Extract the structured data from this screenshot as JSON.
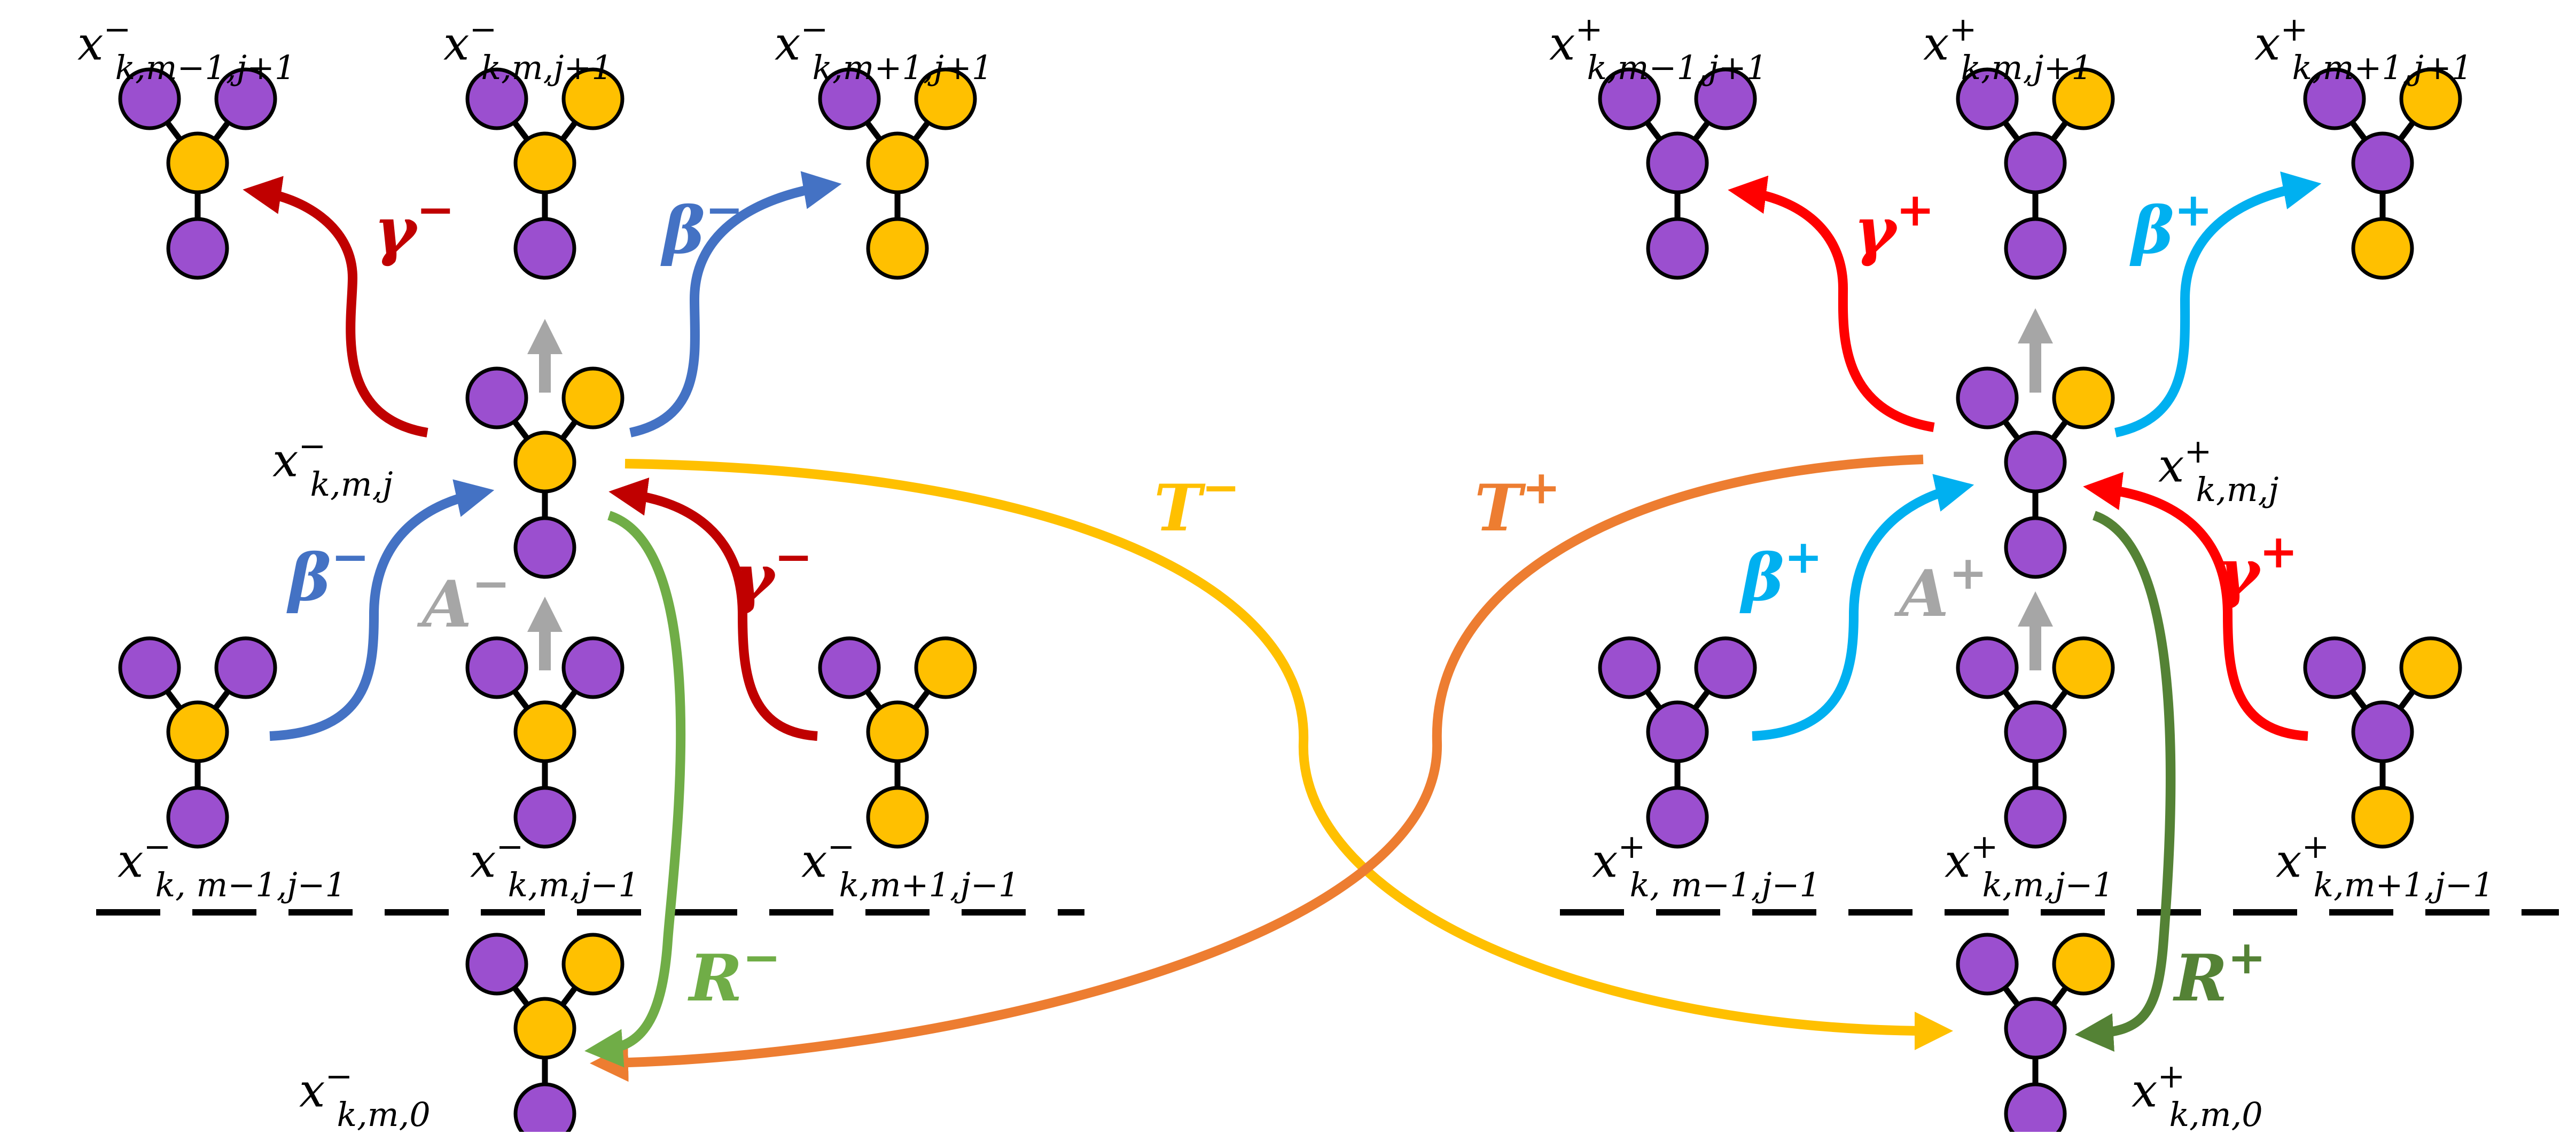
{
  "colors": {
    "purple": "#9b4fcf",
    "gold": "#ffc000",
    "dark_red": "#c00000",
    "red": "#ff0000",
    "blue": "#4472c4",
    "light_blue": "#00b0f0",
    "gray": "#a6a6a6",
    "yellow": "#ffc000",
    "orange": "#ed7d31",
    "light_green": "#70ad47",
    "dark_green": "#548235"
  },
  "rates": {
    "gamma_minus": {
      "base": "γ",
      "sign": "−"
    },
    "beta_minus": {
      "base": "β",
      "sign": "−"
    },
    "A_minus": {
      "base": "A",
      "sign": "−"
    },
    "R_minus": {
      "base": "R",
      "sign": "−"
    },
    "T_minus": {
      "base": "T",
      "sign": "−"
    },
    "gamma_plus": {
      "base": "γ",
      "sign": "+"
    },
    "beta_plus": {
      "base": "β",
      "sign": "+"
    },
    "A_plus": {
      "base": "A",
      "sign": "+"
    },
    "R_plus": {
      "base": "R",
      "sign": "+"
    },
    "T_plus": {
      "base": "T",
      "sign": "+"
    }
  },
  "states": {
    "minus": {
      "top_left": {
        "sign": "−",
        "sub": "k,m−1,j+1"
      },
      "top_mid": {
        "sign": "−",
        "sub": "k,m,j+1"
      },
      "top_right": {
        "sign": "−",
        "sub": "k,m+1,j+1"
      },
      "center": {
        "sign": "−",
        "sub": "k,m,j"
      },
      "bot_left": {
        "sign": "−",
        "sub": "k, m−1,j−1"
      },
      "bot_mid": {
        "sign": "−",
        "sub": "k,m,j−1"
      },
      "bot_right": {
        "sign": "−",
        "sub": "k,m+1,j−1"
      },
      "ground": {
        "sign": "−",
        "sub": "k,m,0"
      }
    },
    "plus": {
      "top_left": {
        "sign": "+",
        "sub": "k,m−1,j+1"
      },
      "top_mid": {
        "sign": "+",
        "sub": "k,m,j+1"
      },
      "top_right": {
        "sign": "+",
        "sub": "k,m+1,j+1"
      },
      "center": {
        "sign": "+",
        "sub": "k,m,j"
      },
      "bot_left": {
        "sign": "+",
        "sub": "k, m−1,j−1"
      },
      "bot_mid": {
        "sign": "+",
        "sub": "k,m,j−1"
      },
      "bot_right": {
        "sign": "+",
        "sub": "k,m+1,j−1"
      },
      "ground": {
        "sign": "+",
        "sub": "k,m,0"
      }
    }
  },
  "variable_symbol": "x"
}
